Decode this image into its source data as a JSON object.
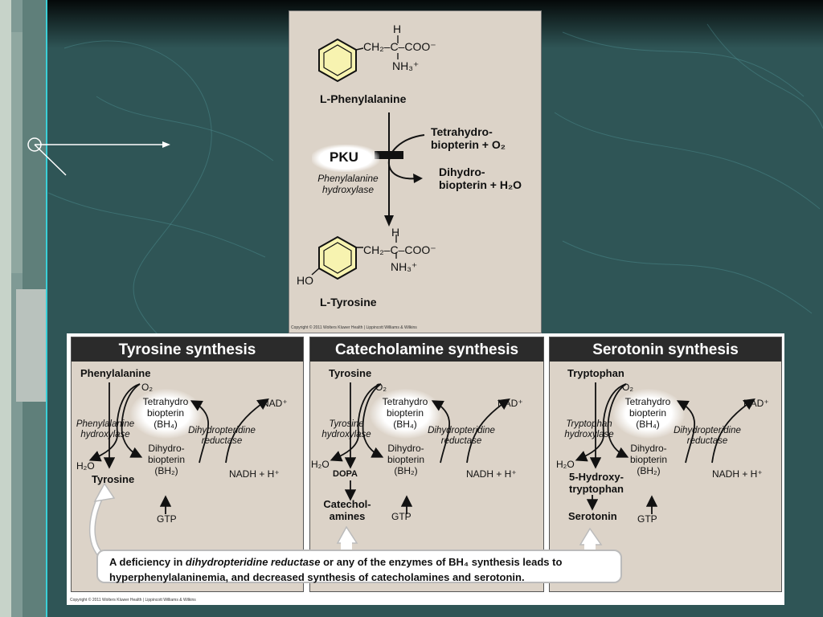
{
  "top": {
    "phe_h": "H",
    "phe_ch": "CH₂–C–COO⁻",
    "phe_nh": "NH₃⁺",
    "phe_name": "L-Phenylalanine",
    "pku": "PKU",
    "cof_in": "Tetrahydro-\nbiopterin + O₂",
    "cof_out": "Dihydro-\nbiopterin + H₂O",
    "enzyme": "Phenylalanine\nhydroxylase",
    "tyr_h": "H",
    "tyr_ch": "CH₂–C–COO⁻",
    "tyr_nh": "NH₃⁺",
    "tyr_ho": "HO",
    "tyr_name": "L-Tyrosine",
    "copyright": "Copyright © 2011 Wolters Kluwer Health | Lippincott Williams & Wilkins"
  },
  "panels": [
    {
      "title": "Tyrosine synthesis",
      "substrate": "Phenylalanine",
      "o2": "O₂",
      "bh4": "Tetrahydro\nbiopterin\n(BH₄)",
      "enzyme": "Phenylalanine\nhydroxylase",
      "reductase": "Dihydropteridine\nreductase",
      "nad": "NAD⁺",
      "h2o": "H₂O",
      "product": "Tyrosine",
      "bh2": "Dihydro-\nbiopterin\n(BH₂)",
      "nadh": "NADH + H⁺",
      "gtp": "GTP"
    },
    {
      "title": "Catecholamine synthesis",
      "substrate": "Tyrosine",
      "o2": "O₂",
      "bh4": "Tetrahydro\nbiopterin\n(BH₄)",
      "enzyme": "Tyrosine\nhydroxylase",
      "reductase": "Dihydropteridine\nreductase",
      "nad": "NAD⁺",
      "h2o": "H₂O",
      "product": "DOPA",
      "bh2": "Dihydro-\nbiopterin\n(BH₂)",
      "nadh": "NADH + H⁺",
      "gtp": "GTP",
      "final": "Catechol-\namines"
    },
    {
      "title": "Serotonin synthesis",
      "substrate": "Tryptophan",
      "o2": "O₂",
      "bh4": "Tetrahydro\nbiopterin\n(BH₄)",
      "enzyme": "Tryptophan\nhydroxylase",
      "reductase": "Dihydropteridine\nreductase",
      "nad": "NAD⁺",
      "h2o": "H₂O",
      "product": "5-Hydroxy-\ntryptophan",
      "bh2": "Dihydro-\nbiopterin\n(BH₂)",
      "nadh": "NADH + H⁺",
      "gtp": "GTP",
      "final": "Serotonin"
    }
  ],
  "note": {
    "part1": "A deficiency in ",
    "part2": "dihydropteridine reductase",
    "part3": " or any of the enzymes of BH₄ synthesis leads to",
    "line2": "hyperphenylalaninemia, and decreased synthesis of catecholamines and serotonin."
  },
  "copyright_bottom": "Copyright © 2011 Wolters Kluwer Health | Lippincott Williams & Wilkins",
  "colors": {
    "background": "#2f5556",
    "panel": "#dcd3c8",
    "ring": "#f7f3b0",
    "header": "#2b2b2b"
  }
}
